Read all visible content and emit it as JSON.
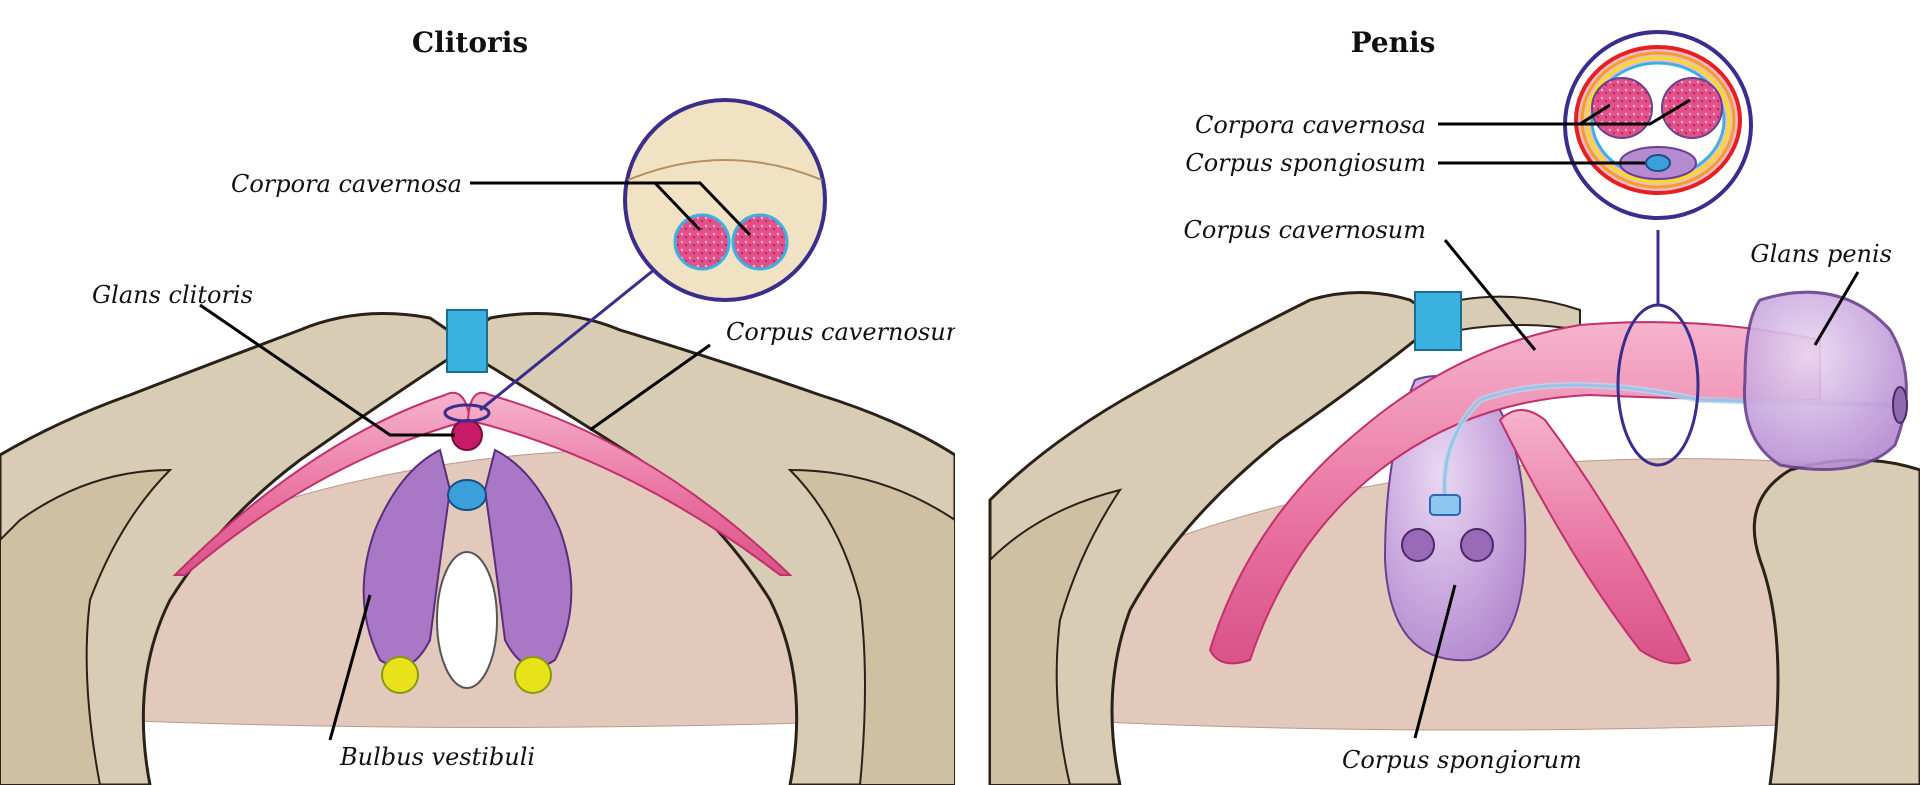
{
  "panels": {
    "left": {
      "title": "Clitoris",
      "labels": {
        "corpora_cavernosa": "Corpora cavernosa",
        "glans_clitoris": "Glans clitoris",
        "corpus_cavernosum": "Corpus cavernosum",
        "bulbus_vestibuli": "Bulbus vestibuli"
      }
    },
    "right": {
      "title": "Penis",
      "labels": {
        "corpora_cavernosa": "Corpora cavernosa",
        "corpus_spongiosum": "Corpus spongiosum",
        "corpus_cavernosum": "Corpus cavernosum",
        "glans_penis": "Glans penis",
        "corpus_spongiorum": "Corpus spongiorum"
      }
    }
  },
  "colors": {
    "bone": "#d9ccb4",
    "bone_outline": "#2a2118",
    "membrane": "#e2c9bc",
    "pink": "#e56aa0",
    "purple": "#b58ad0",
    "blue": "#3bb1e0",
    "yellow": "#e7e21a",
    "zoom_ring": "#3a2d8c"
  }
}
